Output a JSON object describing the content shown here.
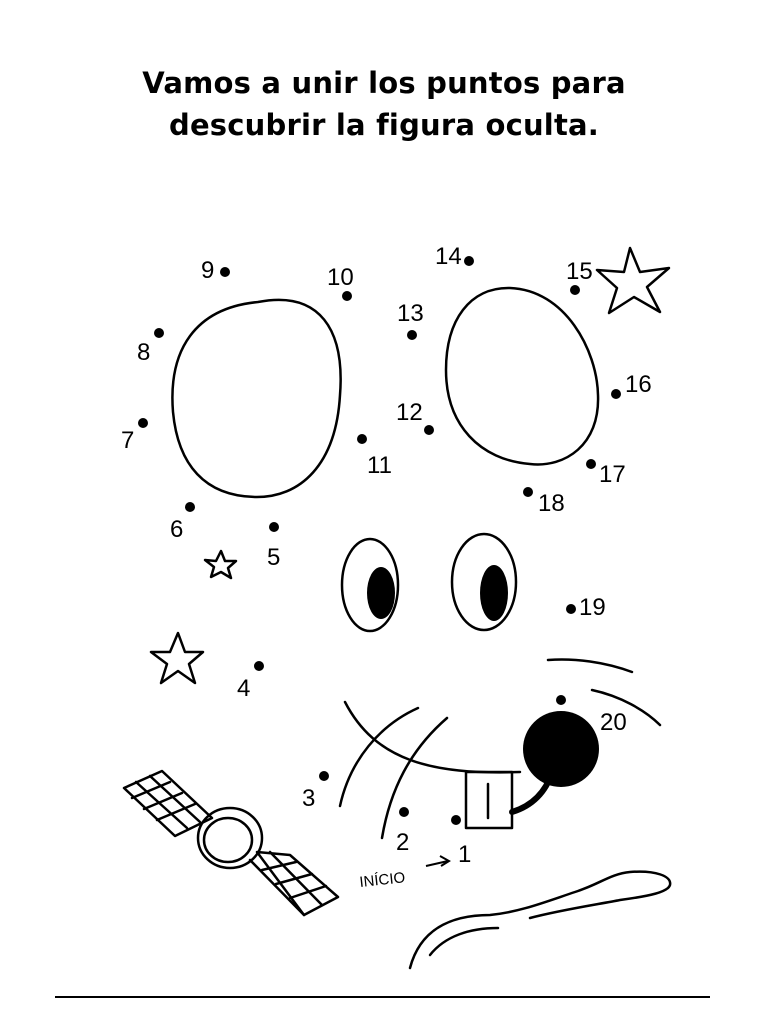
{
  "title": {
    "line1": "Vamos a unir los puntos para",
    "line2": "descubrir la figura oculta."
  },
  "start_label": "INÍCIO",
  "dots": [
    {
      "n": "1"
    },
    {
      "n": "2"
    },
    {
      "n": "3"
    },
    {
      "n": "4"
    },
    {
      "n": "5"
    },
    {
      "n": "6"
    },
    {
      "n": "7"
    },
    {
      "n": "8"
    },
    {
      "n": "9"
    },
    {
      "n": "10"
    },
    {
      "n": "11"
    },
    {
      "n": "12"
    },
    {
      "n": "13"
    },
    {
      "n": "14"
    },
    {
      "n": "15"
    },
    {
      "n": "16"
    },
    {
      "n": "17"
    },
    {
      "n": "18"
    },
    {
      "n": "19"
    },
    {
      "n": "20"
    }
  ]
}
